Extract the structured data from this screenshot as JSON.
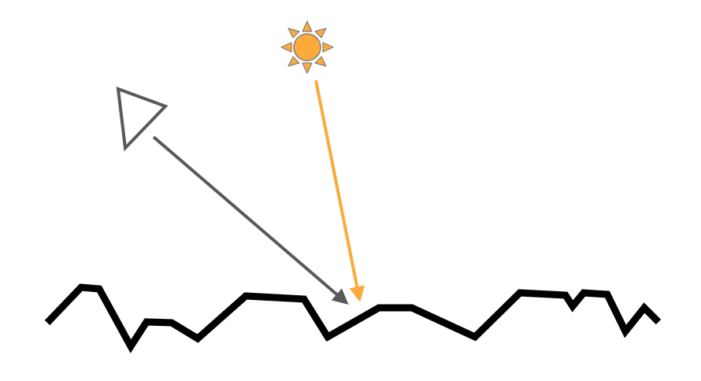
{
  "diagram": {
    "elements": [
      {
        "id": "sun",
        "icon": "sun-icon"
      },
      {
        "id": "camera",
        "icon": "camera-viewpoint-icon"
      },
      {
        "id": "incident-ray",
        "from": "sun",
        "to": "surface"
      },
      {
        "id": "view-ray",
        "from": "surface",
        "to": "camera"
      },
      {
        "id": "surface",
        "icon": "rough-surface"
      }
    ]
  },
  "colors": {
    "sun_fill": "#FBAA3B",
    "sun_stroke": "#7F7F7F",
    "incident_ray": "#FBAA3B",
    "view_ray": "#595959",
    "camera_outline": "#595959",
    "surface": "#000000",
    "background": "#FFFFFF"
  }
}
